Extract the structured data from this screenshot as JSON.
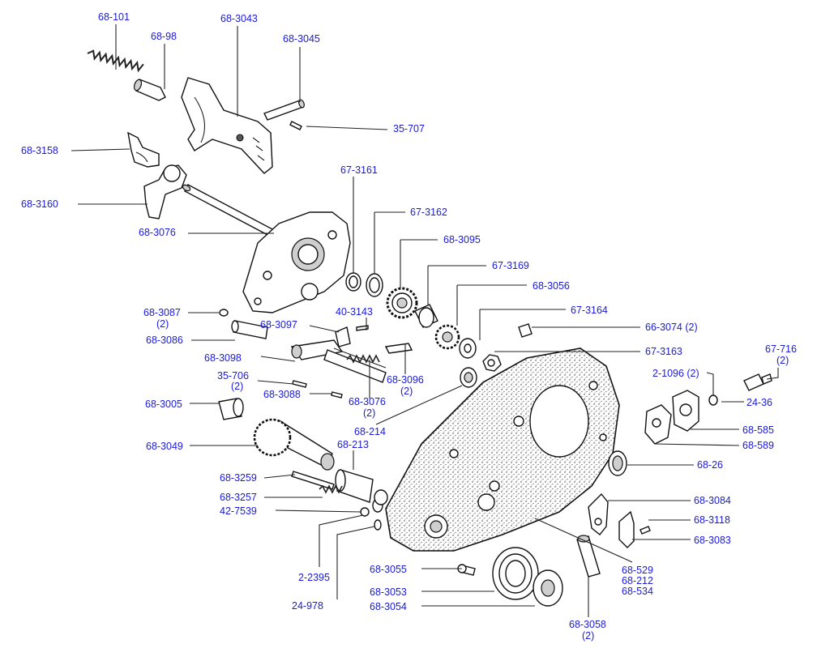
{
  "labels": {
    "p68_101": "68-101",
    "p68_98": "68-98",
    "p68_3043": "68-3043",
    "p68_3045": "68-3045",
    "p35_707": "35-707",
    "p68_3158": "68-3158",
    "p68_3160": "68-3160",
    "p68_3076a": "68-3076",
    "p67_3161": "67-3161",
    "p67_3162": "67-3162",
    "p68_3095": "68-3095",
    "p67_3169": "67-3169",
    "p68_3056": "68-3056",
    "p67_3164": "67-3164",
    "p66_3074": "66-3074 (2)",
    "p67_3163": "67-3163",
    "p68_3087": "68-3087",
    "p68_3087_qty": "(2)",
    "p40_3143": "40-3143",
    "p68_3097": "68-3097",
    "p68_3086": "68-3086",
    "p68_3098": "68-3098",
    "p68_3096": "68-3096",
    "p68_3096_qty": "(2)",
    "p35_706": "35-706",
    "p35_706_qty": "(2)",
    "p68_3088": "68-3088",
    "p68_3076b": "68-3076",
    "p68_3076b_qty": "(2)",
    "p68_3005": "68-3005",
    "p68_214": "68-214",
    "p67_716": "67-716",
    "p67_716_qty": "(2)",
    "p2_1096": "2-1096 (2)",
    "p24_36": "24-36",
    "p68_585": "68-585",
    "p68_589": "68-589",
    "p68_3049": "68-3049",
    "p68_213": "68-213",
    "p68_26": "68-26",
    "p68_3259": "68-3259",
    "p68_3257": "68-3257",
    "p42_7539": "42-7539",
    "p68_3084": "68-3084",
    "p68_3118": "68-3118",
    "p68_3083": "68-3083",
    "p2_2395": "2-2395",
    "p68_3055": "68-3055",
    "p68_529": "68-529",
    "p68_212": "68-212",
    "p68_534": "68-534",
    "p68_3053": "68-3053",
    "p24_978": "24-978",
    "p68_3054": "68-3054",
    "p68_3058": "68-3058",
    "p68_3058_qty": "(2)"
  },
  "colors": {
    "label_blue": "#1a1adb",
    "line_black": "#222222"
  }
}
